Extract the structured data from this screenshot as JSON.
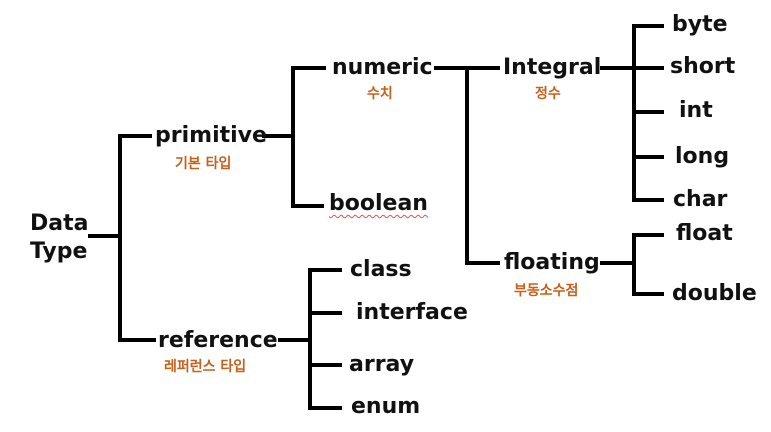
{
  "root": {
    "line1": "Data",
    "line2": "Type"
  },
  "primitive": {
    "label": "primitive",
    "kr": "기본 타입"
  },
  "reference": {
    "label": "reference",
    "kr": "레퍼런스 타입"
  },
  "numeric": {
    "label": "numeric",
    "kr": "수치"
  },
  "boolean": {
    "label": "boolean"
  },
  "integral": {
    "label": "Integral",
    "kr": "정수"
  },
  "floating": {
    "label": "floating",
    "kr": "부동소수점"
  },
  "integral_types": [
    "byte",
    "short",
    "int",
    "long",
    "char"
  ],
  "floating_types": [
    "float",
    "double"
  ],
  "reference_types": [
    "class",
    "interface",
    "array",
    "enum"
  ],
  "colors": {
    "line": "#000000",
    "label": "#111111",
    "korean": "#c8601a",
    "spellcheck": "#e05050"
  }
}
